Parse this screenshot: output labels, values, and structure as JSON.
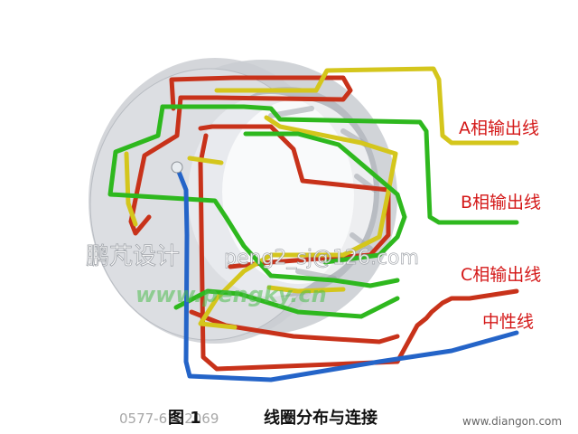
{
  "labels": {
    "phase_a": "A相输出线",
    "phase_b": "B相输出线",
    "phase_c": "C相输出线",
    "neutral": "中性线"
  },
  "caption": {
    "figure_no": "图 1",
    "title": "线圈分布与连接"
  },
  "watermarks": {
    "designer": "鹏芃设计",
    "email": "peng2_sj@126.com",
    "site": "www.pengky.cn",
    "bottom_left": "0577-6172069",
    "bottom_site": "www.diangon.com"
  },
  "colors": {
    "phase_a": "#d4c61c",
    "phase_b": "#2eb81e",
    "phase_c": "#c8321a",
    "neutral": "#2464c8",
    "label_red": "#d41818",
    "stator": "#d4d6da"
  }
}
